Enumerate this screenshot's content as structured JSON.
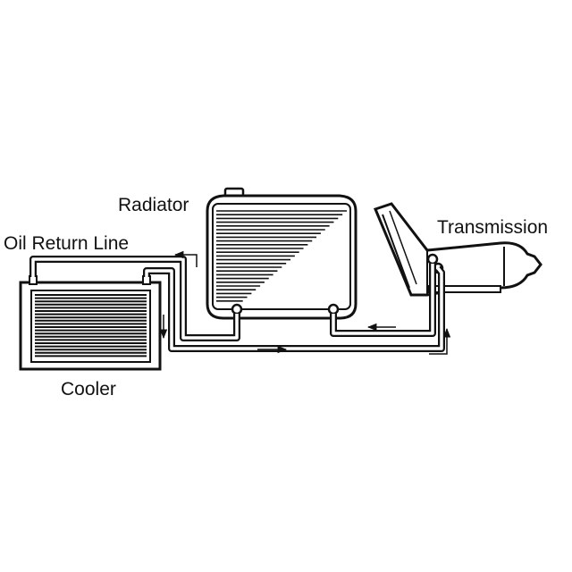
{
  "labels": {
    "radiator": "Radiator",
    "oil_return_line": "Oil Return Line",
    "cooler": "Cooler",
    "transmission": "Transmission"
  },
  "colors": {
    "ink": "#111111",
    "background": "#ffffff"
  }
}
